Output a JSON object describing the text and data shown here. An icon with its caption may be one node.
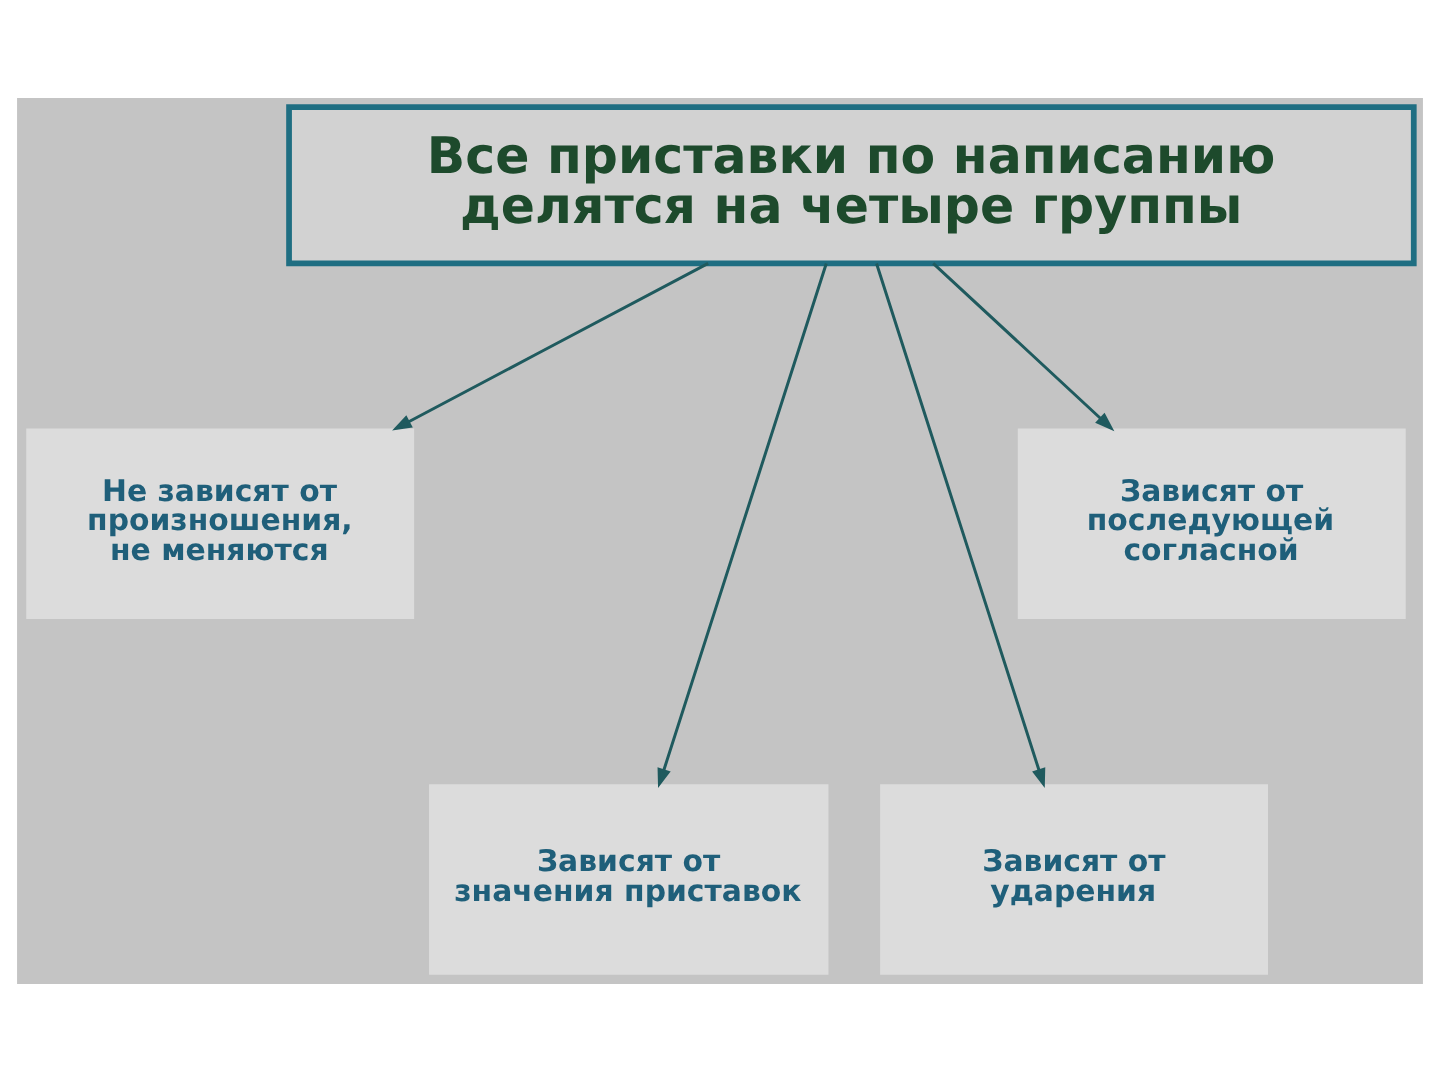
{
  "diagram": {
    "nodes": [
      {
        "text": [
          "Все приставки по написанию делятся на четыре группы"
        ]
      },
      {
        "text": [
          "Не зависят от произношения, не меняются"
        ]
      },
      {
        "text": [
          "Зависят от последующей согласной"
        ]
      },
      {
        "text": [
          "Зависят от значения приставок"
        ]
      },
      {
        "text": [
          "Зависят от ударения"
        ]
      }
    ],
    "edges": [
      {
        "from": 0,
        "to": 1,
        "arrow": "to"
      },
      {
        "from": 0,
        "to": 2,
        "arrow": "to"
      },
      {
        "from": 0,
        "to": 3,
        "arrow": "to"
      },
      {
        "from": 0,
        "to": 4,
        "arrow": "to"
      }
    ]
  }
}
